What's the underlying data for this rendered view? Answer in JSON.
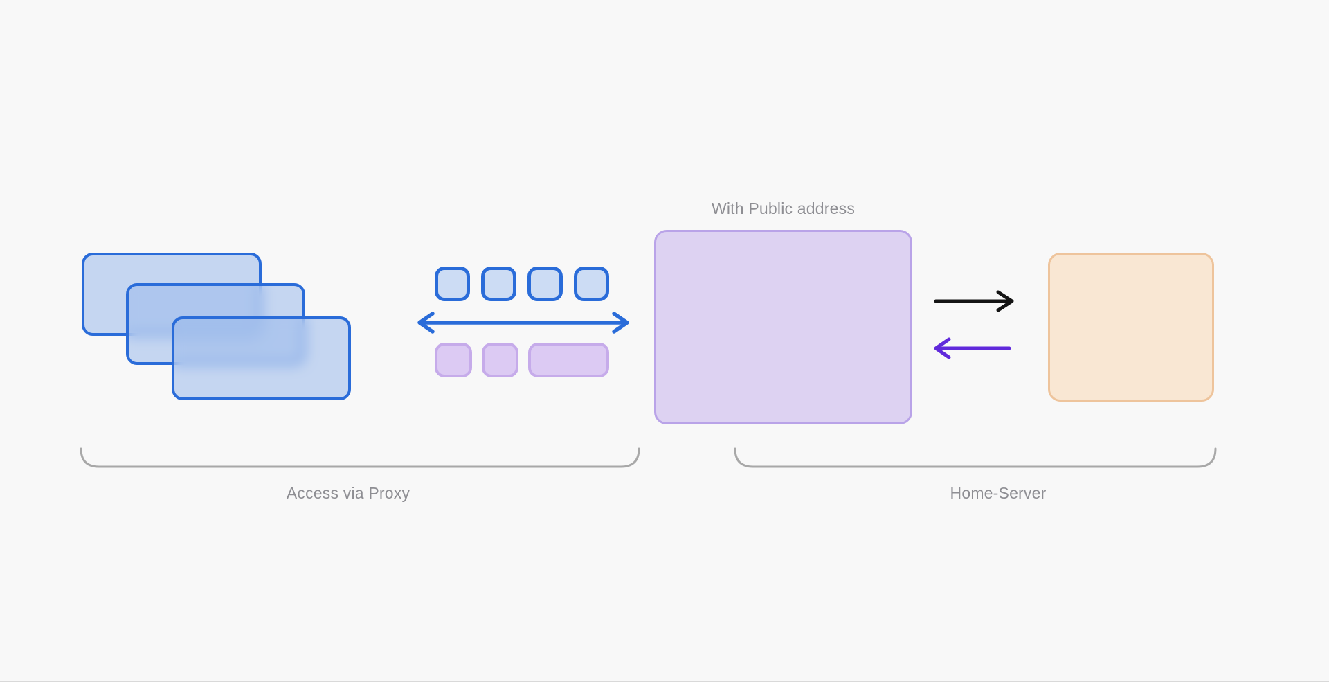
{
  "diagram": {
    "labels": {
      "public_address": "With Public address",
      "access_via_proxy": "Access via Proxy",
      "home_server": "Home-Server"
    },
    "shapes": {
      "client_windows_count": 3,
      "blue_packets_count": 4,
      "purple_packets_count": 3
    },
    "icons": {
      "bidirectional_arrow": "↔",
      "request_arrow": "→",
      "response_arrow": "←",
      "left_brace": "⌣",
      "right_brace": "⌣"
    },
    "colors": {
      "background": "#f8f8f8",
      "blue_stroke": "#2a6cd9",
      "blue_fill": "#ccdcf4",
      "purple_fill": "#dccaf3",
      "purple_stroke": "#c6abea",
      "proxy_fill": "#ddd2f2",
      "proxy_stroke": "#b9a3e8",
      "orange_fill": "#f9e7d3",
      "orange_stroke": "#eec49c",
      "arrow_black": "#141414",
      "arrow_violet": "#6029db",
      "bracket_gray": "#a8a8a8",
      "label_gray": "#8e8e93"
    }
  }
}
